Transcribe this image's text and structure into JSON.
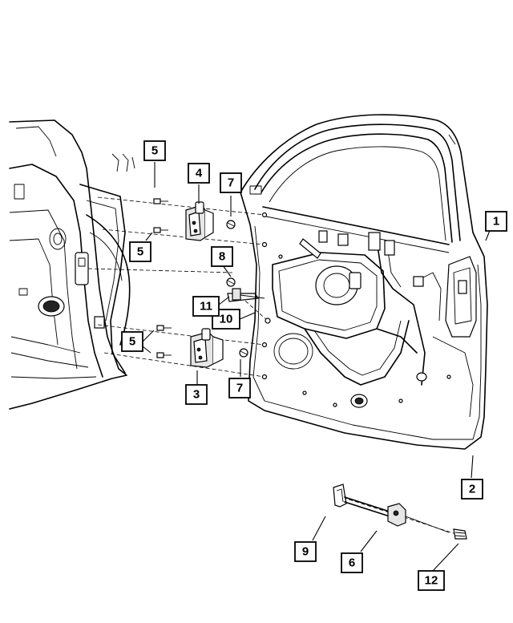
{
  "callouts": [
    {
      "id": "c1",
      "label": "1"
    },
    {
      "id": "c2",
      "label": "2"
    },
    {
      "id": "c3",
      "label": "3"
    },
    {
      "id": "c4",
      "label": "4"
    },
    {
      "id": "c5a",
      "label": "5"
    },
    {
      "id": "c5b",
      "label": "5"
    },
    {
      "id": "c5c",
      "label": "5"
    },
    {
      "id": "c6",
      "label": "6"
    },
    {
      "id": "c7a",
      "label": "7"
    },
    {
      "id": "c7b",
      "label": "7"
    },
    {
      "id": "c8",
      "label": "8"
    },
    {
      "id": "c9",
      "label": "9"
    },
    {
      "id": "c10",
      "label": "10"
    },
    {
      "id": "c11",
      "label": "11"
    },
    {
      "id": "c12",
      "label": "12"
    }
  ]
}
